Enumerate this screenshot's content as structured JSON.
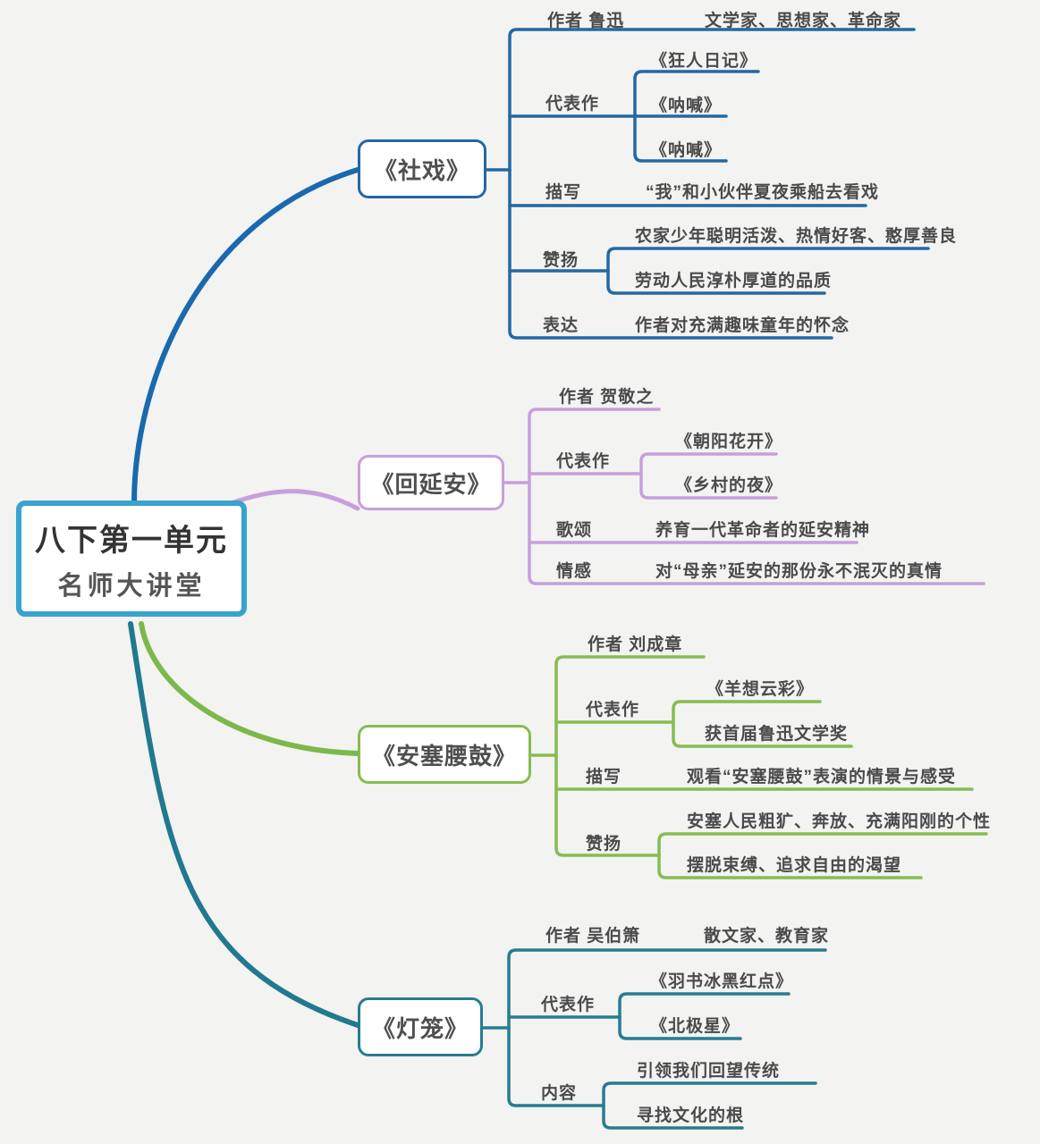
{
  "center": {
    "title": "八下第一单元",
    "subtitle": "名师大讲堂",
    "border_color": "#38a3cf"
  },
  "colors": {
    "shexi_blue": "#2268a5",
    "huiyanan_lavender": "#c79fdb",
    "ansai_green": "#85bd50",
    "denglong_teal": "#257d92",
    "background": "#f3f3f2"
  },
  "branches": {
    "shexi": {
      "title": "《社戏》",
      "author_label": "作者 鲁迅",
      "author_desc": "文学家、思想家、革命家",
      "works_label": "代表作",
      "work1": "《狂人日记》",
      "work2": "《呐喊》",
      "work3": "《呐喊》",
      "desc_label": "描写",
      "desc_value": "“我”和小伙伴夏夜乘船去看戏",
      "praise_label": "赞扬",
      "praise1": "农家少年聪明活泼、热情好客、憨厚善良",
      "praise2": "劳动人民淳朴厚道的品质",
      "express_label": "表达",
      "express_value": "作者对充满趣味童年的怀念"
    },
    "huiyanan": {
      "title": "《回延安》",
      "author_label": "作者 贺敬之",
      "works_label": "代表作",
      "work1": "《朝阳花开》",
      "work2": "《乡村的夜》",
      "praise_label": "歌颂",
      "praise_value": "养育一代革命者的延安精神",
      "emotion_label": "情感",
      "emotion_value": "对“母亲”延安的那份永不泯灭的真情"
    },
    "ansai": {
      "title": "《安塞腰鼓》",
      "author_label": "作者  刘成章",
      "works_label": "代表作",
      "work1": "《羊想云彩》",
      "work2": "获首届鲁迅文学奖",
      "desc_label": "描写",
      "desc_value": "观看“安塞腰鼓”表演的情景与感受",
      "praise_label": "赞扬",
      "praise1": "安塞人民粗犷、奔放、充满阳刚的个性",
      "praise2": "摆脱束缚、追求自由的渴望"
    },
    "denglong": {
      "title": "《灯笼》",
      "author_label": "作者  吴伯箫",
      "author_desc": "散文家、教育家",
      "works_label": "代表作",
      "work1": "《羽书冰黑红点》",
      "work2": "《北极星》",
      "content_label": "内容",
      "content1": "引领我们回望传统",
      "content2": "寻找文化的根"
    }
  }
}
